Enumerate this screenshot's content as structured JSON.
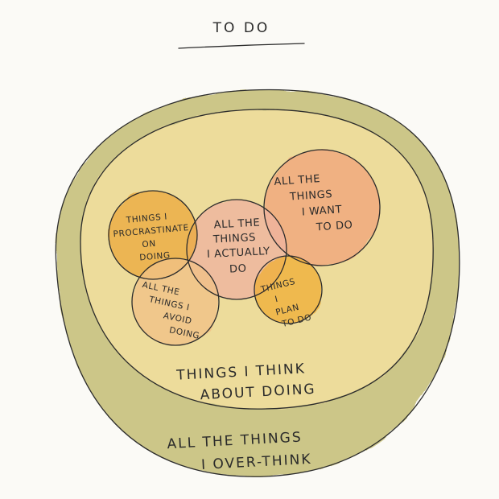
{
  "title": "TO DO",
  "colors": {
    "outer_wash": "#c8c07c",
    "middle_wash": "#f1df9c",
    "procrastinate_wash": "#ecaa3f",
    "avoid_wash": "#f1c287",
    "actually_do_wash": "#eeb49f",
    "want_to_do_wash": "#f1a57a",
    "plan_to_do_wash": "#f0b03a",
    "ink": "#2b2b2b"
  },
  "outer": {
    "lines": [
      "ALL THE THINGS",
      "I OVER-THINK"
    ]
  },
  "middle": {
    "lines": [
      "THINGS I THINK",
      "ABOUT DOING"
    ]
  },
  "circles": {
    "procrastinate": {
      "lines": [
        "THINGS I",
        "PROCRASTINATE",
        "ON",
        "DOING"
      ]
    },
    "avoid": {
      "lines": [
        "ALL THE",
        "THINGS I",
        "AVOID",
        "DOING"
      ]
    },
    "actually_do": {
      "lines": [
        "ALL THE",
        "THINGS",
        "I ACTUALLY",
        "DO"
      ]
    },
    "want_to_do": {
      "lines": [
        "ALL THE",
        "THINGS",
        "I WANT",
        "TO DO"
      ]
    },
    "plan_to_do": {
      "lines": [
        "THINGS",
        "I",
        "PLAN",
        "TO DO"
      ]
    }
  }
}
